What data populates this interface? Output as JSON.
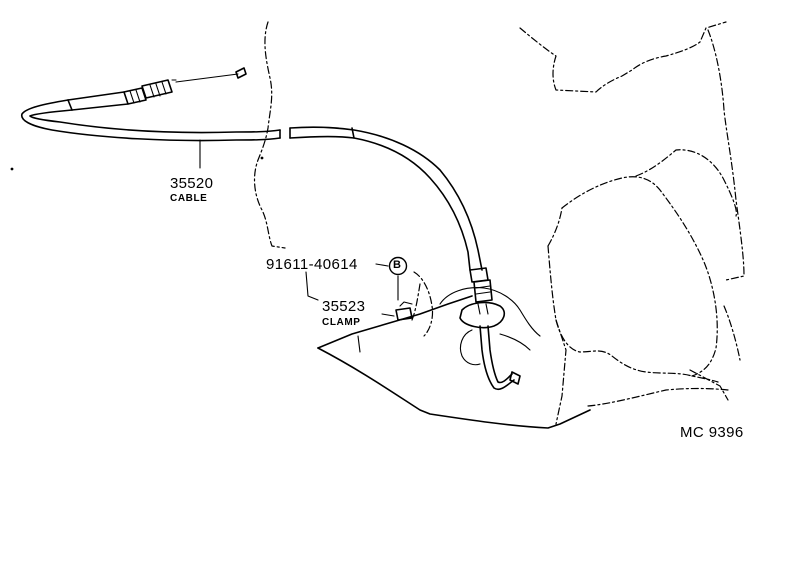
{
  "parts": {
    "cable": {
      "number": "35520",
      "name": "CABLE"
    },
    "bolt": {
      "number": "91611-40614",
      "symbol": "B"
    },
    "clamp": {
      "number": "35523",
      "name": "CLAMP"
    }
  },
  "diagram_code": "MC 9396"
}
